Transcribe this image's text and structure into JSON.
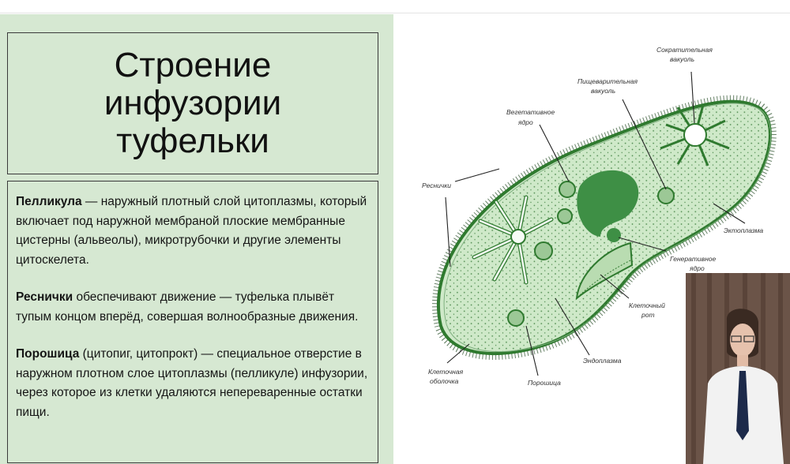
{
  "slide": {
    "title_lines": [
      "Строение",
      "инфузории",
      "туфельки"
    ],
    "paragraphs": [
      {
        "term": "Пелликула",
        "text": " — наружный плотный слой цитоплазмы, который включает под наружной мембраной плоские мембранные цистерны (альвеолы), микротрубочки и другие элементы цитоскелета."
      },
      {
        "term": "Реснички",
        "text": " обеспечивают движение — туфелька плывёт тупым концом вперёд, совершая волнообразные движения."
      },
      {
        "term": "Порошица",
        "text": " (цитопиг, цитопрокт) — специальное отверстие в наружном плотном слое цитоплазмы (пелликуле) инфузории, через которое из клетки удаляются непереваренные остатки пищи."
      }
    ]
  },
  "diagram": {
    "labels": {
      "contractile_vacuole_1": "Сократительная",
      "contractile_vacuole_2": "вакуоль",
      "digestive_vacuole_1": "Пищеварительная",
      "digestive_vacuole_2": "вакуоль",
      "vegetative_nucleus_1": "Вегетативное",
      "vegetative_nucleus_2": "ядро",
      "cilia": "Реснички",
      "ectoplasm": "Эктоплазма",
      "generative_nucleus_1": "Генеративное",
      "generative_nucleus_2": "ядро",
      "cell_mouth_1": "Клеточный",
      "cell_mouth_2": "рот",
      "endoplasm": "Эндоплазма",
      "cell_membrane_1": "Клеточная",
      "cell_membrane_2": "оболочка",
      "anal_pore": "Порошица"
    }
  },
  "colors": {
    "left_bg": "#d6e8d2",
    "cell_fill": "#cfe9c9",
    "cell_edge": "#2f7a2f",
    "nucleus": "#3e8f45"
  },
  "icons": [
    "paramecium-diagram",
    "presenter-webcam"
  ]
}
